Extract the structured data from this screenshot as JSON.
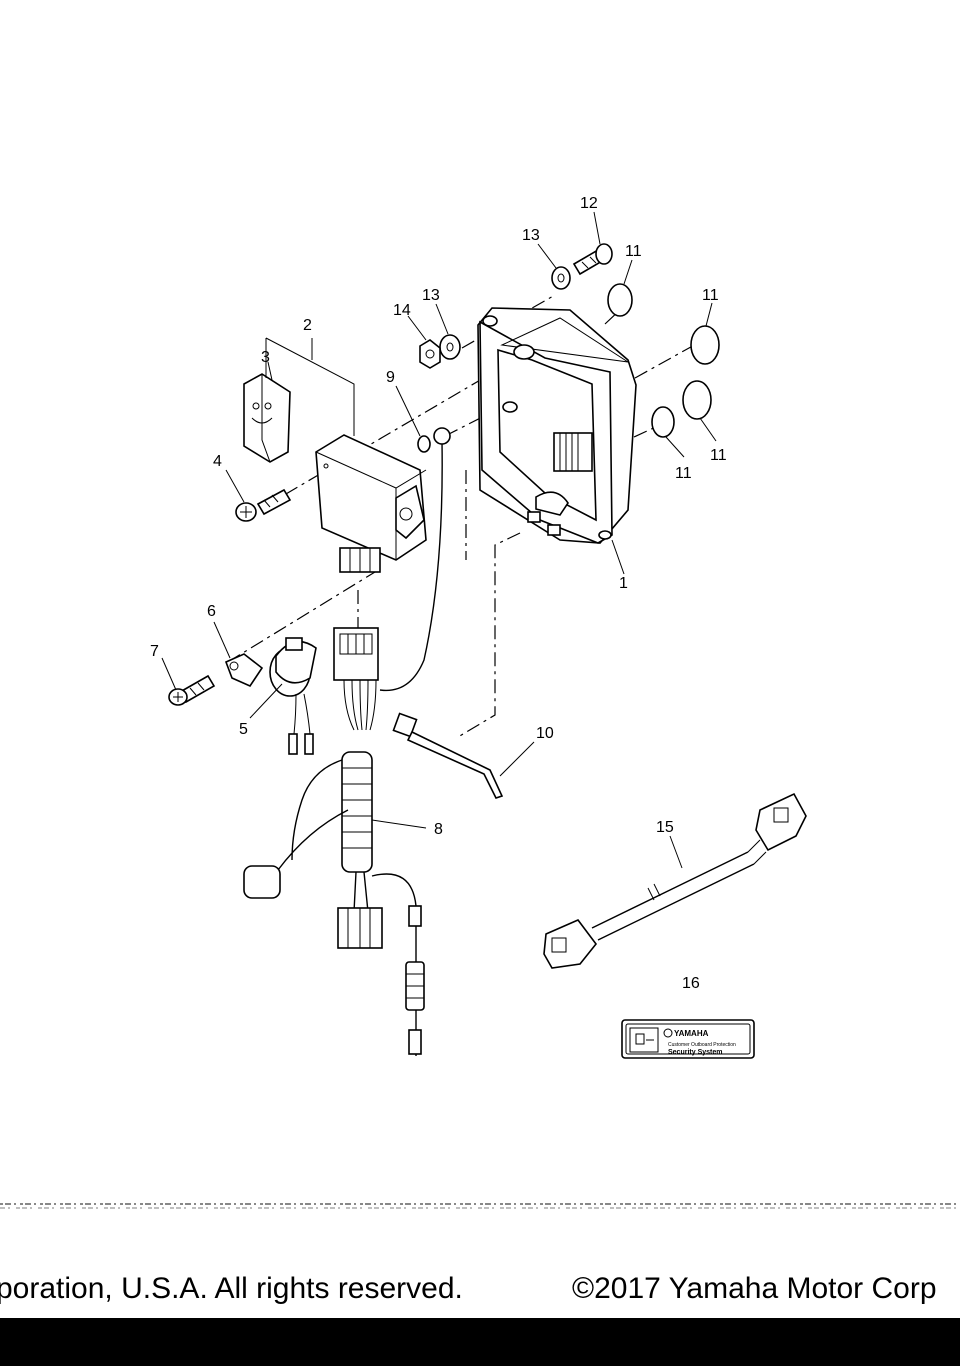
{
  "callouts": [
    "1",
    "2",
    "3",
    "4",
    "5",
    "6",
    "7",
    "8",
    "9",
    "10",
    "11",
    "11",
    "11",
    "11",
    "12",
    "13",
    "13",
    "14",
    "15",
    "16"
  ],
  "label_plate": {
    "brand": "YAMAHA",
    "line1": "Customer Outboard Protection",
    "line2": "Security System"
  },
  "footer": {
    "left": "poration, U.S.A. All rights reserved.",
    "right": "©2017 Yamaha Motor Corp"
  }
}
